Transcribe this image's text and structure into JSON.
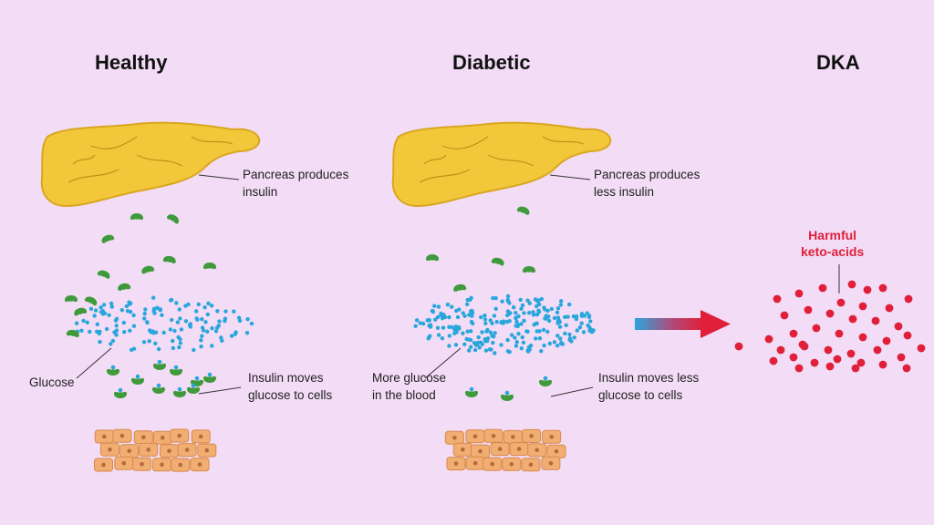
{
  "panels": {
    "healthy": {
      "title": "Healthy",
      "pancreas_label": [
        "Pancreas produces",
        "insulin"
      ],
      "glucose_label": "Glucose",
      "insulin_label": [
        "Insulin moves",
        "glucose to cells"
      ]
    },
    "diabetic": {
      "title": "Diabetic",
      "pancreas_label": [
        "Pancreas produces",
        "less insulin"
      ],
      "glucose_label": [
        "More glucose",
        "in the blood"
      ],
      "insulin_label": [
        "Insulin moves less",
        "glucose to cells"
      ]
    },
    "dka": {
      "title": "DKA",
      "ketone_label": [
        "Harmful",
        "keto-acids"
      ]
    }
  },
  "colors": {
    "background": "#f3dcf6",
    "pancreas": "#f2c83a",
    "insulin": "#3f9a3c",
    "glucose": "#29a6dc",
    "ketone": "#e0203a",
    "cells": "#f0ae72"
  }
}
